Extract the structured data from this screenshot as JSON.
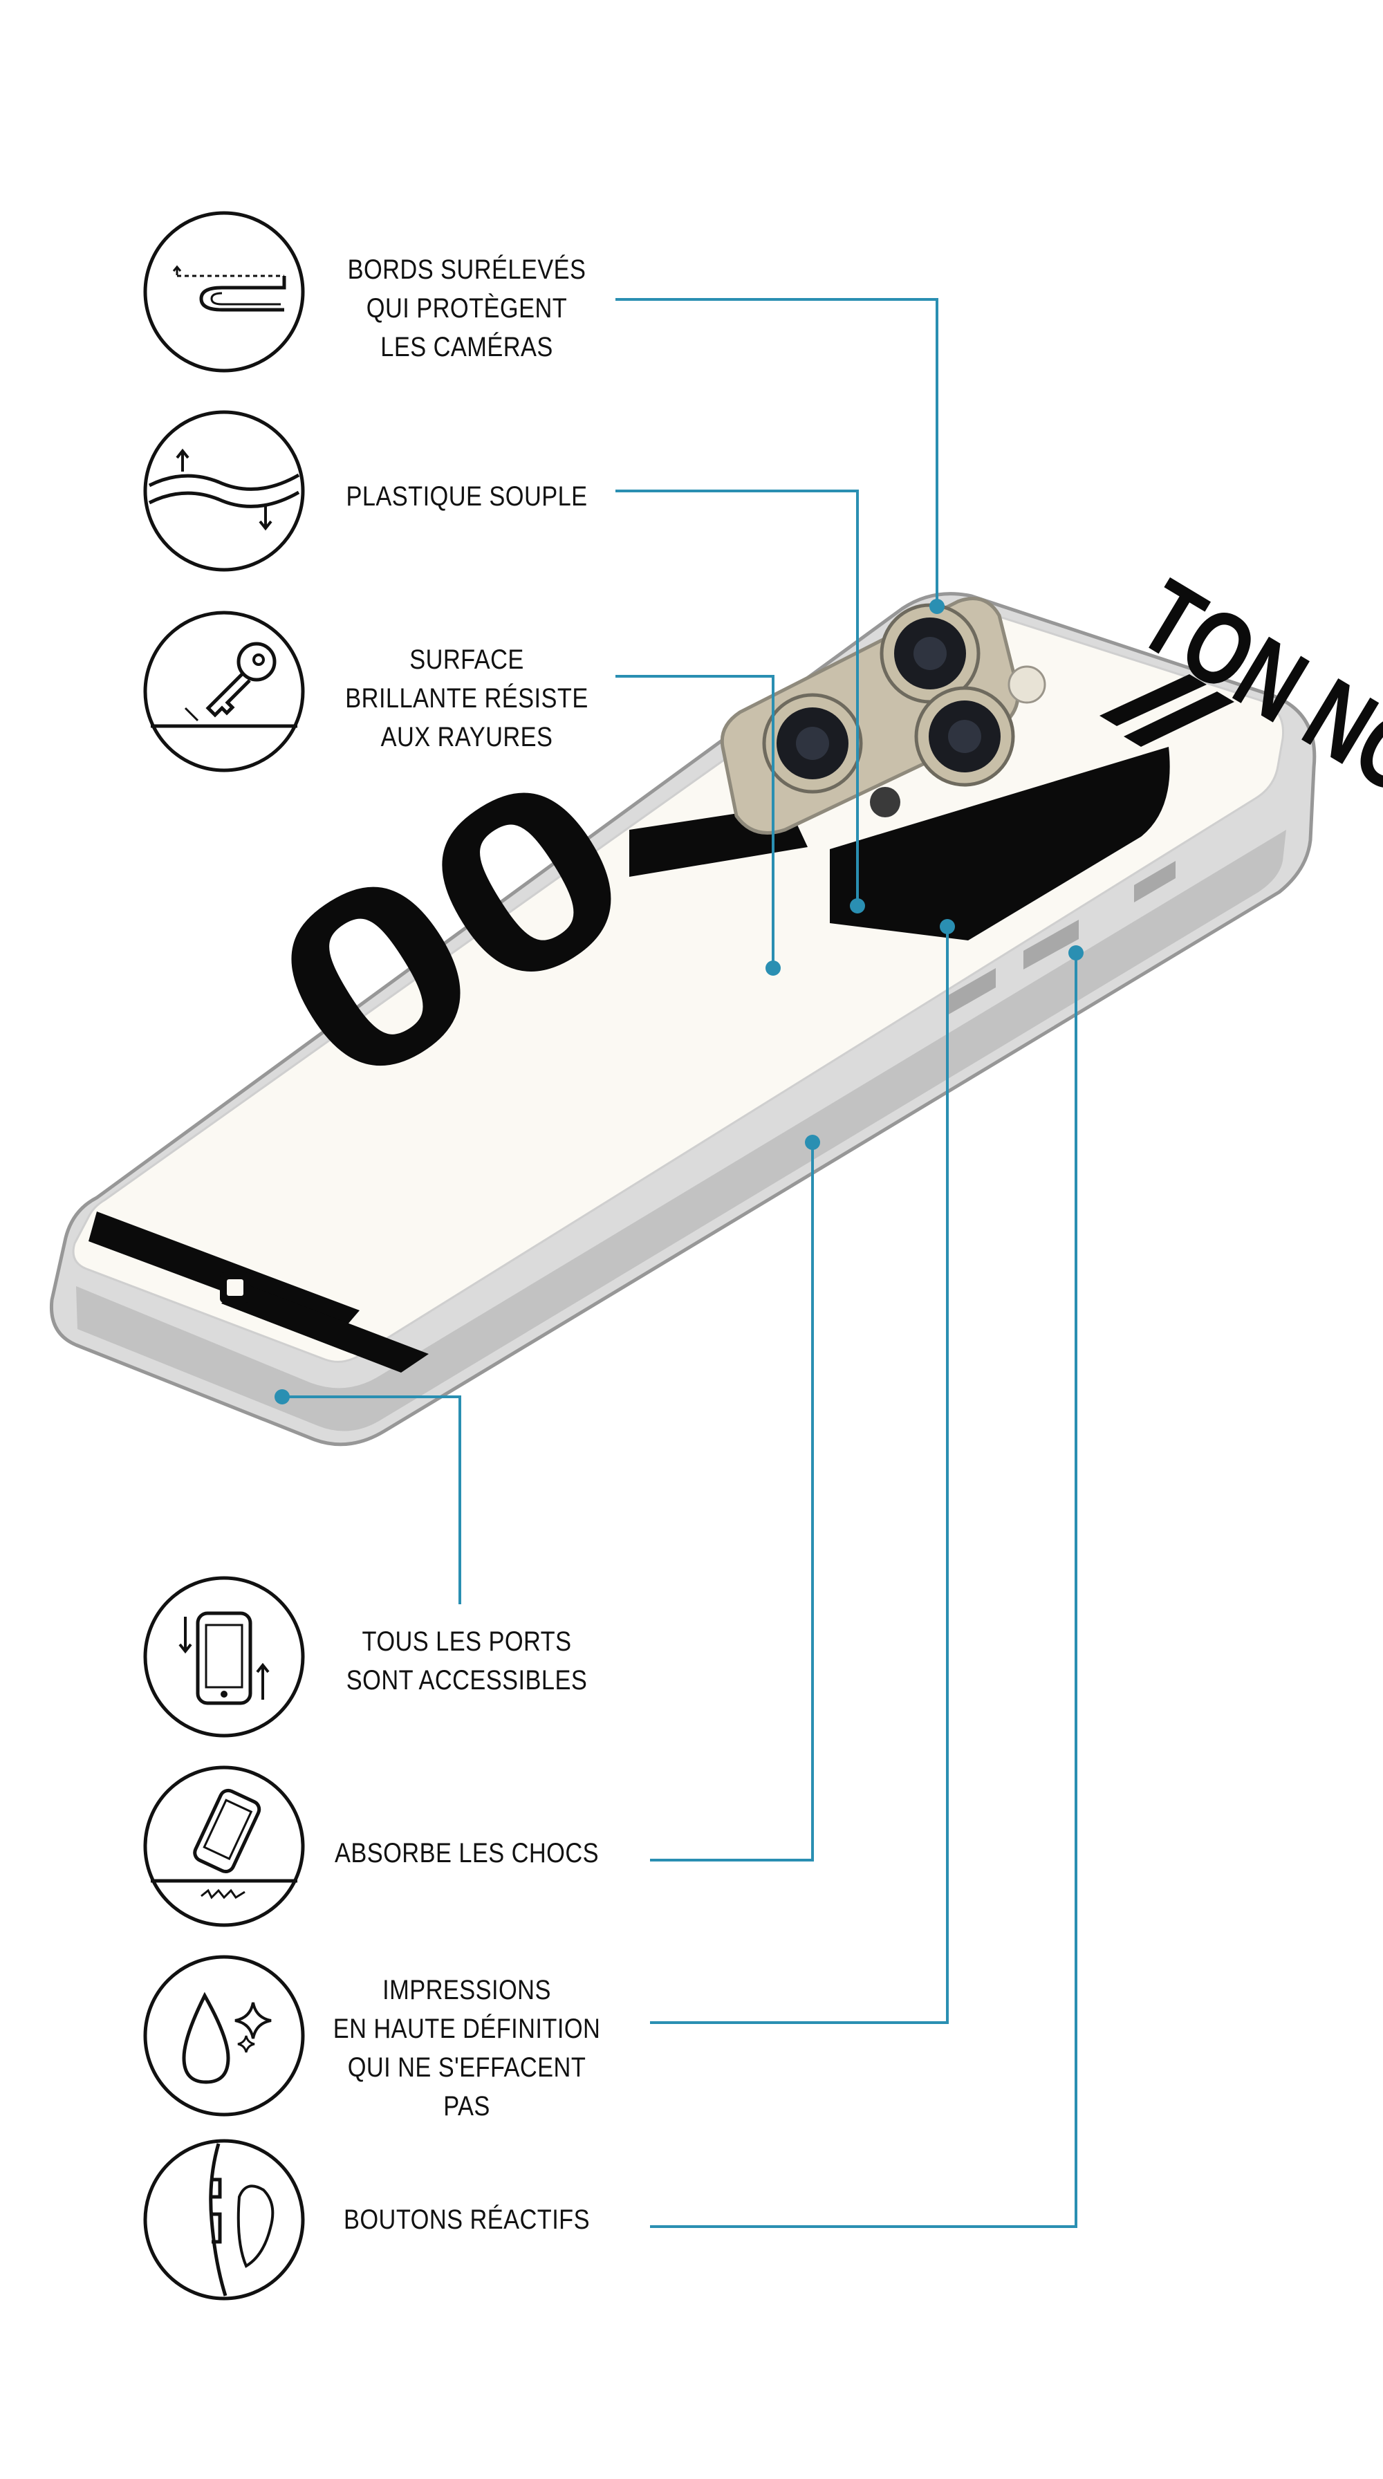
{
  "colors": {
    "leader_line": "#2a8fb2",
    "ink": "#111111",
    "case_print": "#fbf9f3",
    "jersey_black": "#0b0b0b",
    "frame_grey": "#9a9a9a",
    "camera_gold": "#c9c0ab"
  },
  "phone_print": {
    "name": "TON NOM",
    "number": "00"
  },
  "features": [
    {
      "icon": "raised-edges-icon",
      "label": "BORDS SURÉLEVÉS\nQUI PROTÈGENT\nLES CAMÉRAS"
    },
    {
      "icon": "flexible-plastic-icon",
      "label": "PLASTIQUE SOUPLE"
    },
    {
      "icon": "scratch-key-icon",
      "label": "SURFACE\nBRILLANTE RÉSISTE\nAUX RAYURES"
    },
    {
      "icon": "phone-rotate-icon",
      "label": "TOUS LES PORTS\nSONT ACCESSIBLES"
    },
    {
      "icon": "shock-phone-icon",
      "label": "ABSORBE LES CHOCS"
    },
    {
      "icon": "drop-sparkle-icon",
      "label": "IMPRESSIONS\nEN HAUTE DÉFINITION\nQUI NE S'EFFACENT PAS"
    },
    {
      "icon": "side-buttons-icon",
      "label": "BOUTONS RÉACTIFS"
    }
  ]
}
